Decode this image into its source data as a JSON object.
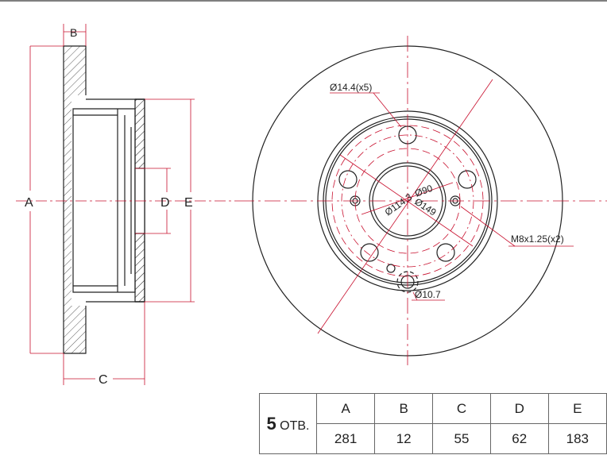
{
  "drawing": {
    "side_labels": {
      "A": "A",
      "B": "B",
      "C": "C",
      "D": "D",
      "E": "E"
    },
    "annotations": {
      "bolt_holes": "Ø14.4(x5)",
      "pcd": "Ø114.3",
      "bore": "Ø90",
      "hat": "Ø149",
      "thread": "M8x1.25(x2)",
      "small_hole": "Ø10.7"
    },
    "colors": {
      "line": "#222222",
      "dim": "#c8102e"
    }
  },
  "table": {
    "holes_number": "5",
    "holes_suffix": "ОТВ.",
    "headers": [
      "A",
      "B",
      "C",
      "D",
      "E"
    ],
    "values": [
      "281",
      "12",
      "55",
      "62",
      "183"
    ]
  }
}
